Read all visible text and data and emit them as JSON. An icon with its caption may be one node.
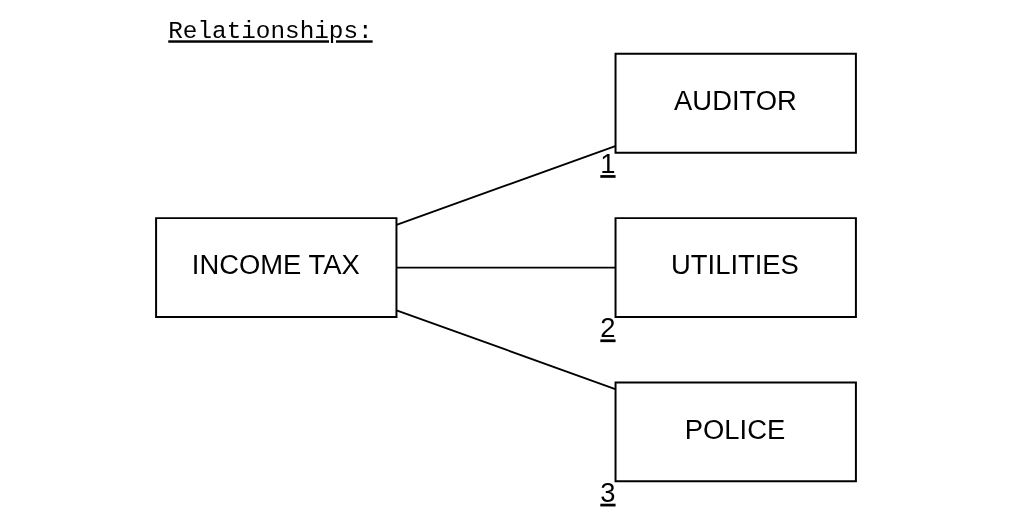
{
  "diagram": {
    "title": "Relationships:",
    "nodes": [
      {
        "text": [
          "INCOME TAX"
        ]
      },
      {
        "text": [
          "AUDITOR"
        ],
        "beside": [
          "1"
        ]
      },
      {
        "text": [
          "UTILITIES"
        ],
        "beside": [
          "2"
        ]
      },
      {
        "text": [
          "POLICE"
        ],
        "beside": [
          "3"
        ]
      }
    ],
    "edges": [
      {
        "from": 0,
        "to": 1,
        "arrow": "none"
      },
      {
        "from": 0,
        "to": 2,
        "arrow": "none"
      },
      {
        "from": 0,
        "to": 3,
        "arrow": "none"
      }
    ]
  }
}
